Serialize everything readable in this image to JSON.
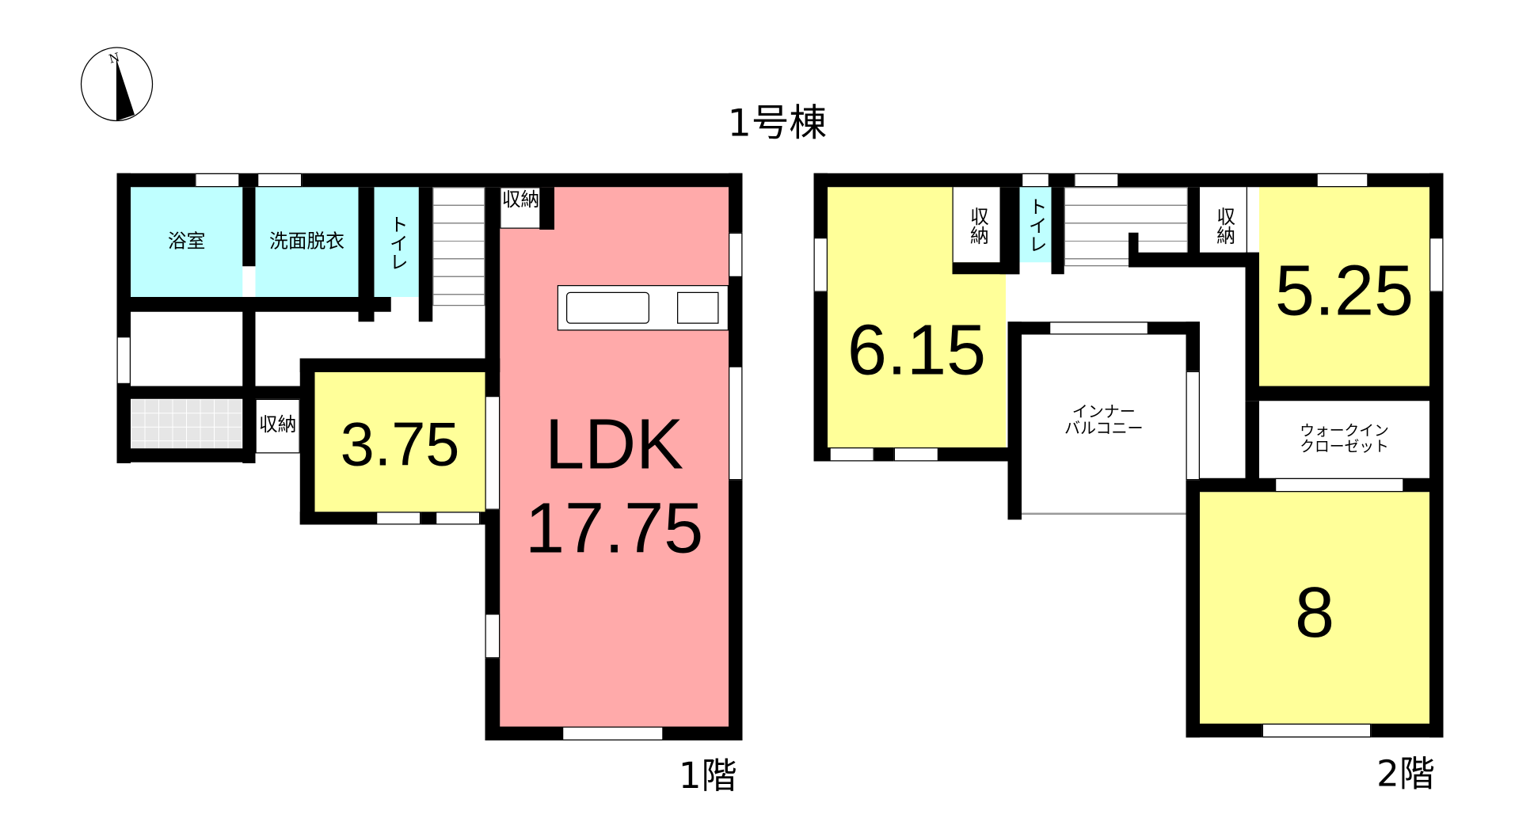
{
  "title": "1号棟",
  "compass": {
    "label": "N"
  },
  "floors": [
    {
      "label": "1階",
      "rooms": {
        "bath": "浴室",
        "washroom": "洗面脱衣",
        "toilet": "トイレ",
        "storage_top": "収納",
        "storage_mid": "収納",
        "room": "3.75",
        "ldk_name": "LDK",
        "ldk_size": "17.75"
      }
    },
    {
      "label": "2階",
      "rooms": {
        "room_a": "6.15",
        "storage_a": "収納",
        "toilet": "トイレ",
        "storage_b": "収納",
        "room_b": "5.25",
        "balcony": "インナー\nバルコニー",
        "wic": "ウォークイン\nクローゼット",
        "room_c": "8"
      }
    }
  ],
  "colors": {
    "wet": "#bfffff",
    "ldk": "#ffaaaa",
    "room": "#ffff99"
  }
}
